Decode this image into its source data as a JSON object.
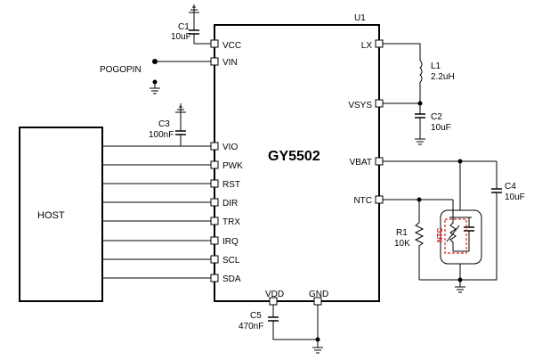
{
  "chip": {
    "ref": "U1",
    "name": "GY5502",
    "pins_left": [
      "VCC",
      "VIN",
      "VIO",
      "PWK",
      "RST",
      "DIR",
      "TRX",
      "IRQ",
      "SCL",
      "SDA"
    ],
    "pins_right": [
      "LX",
      "VSYS",
      "VBAT",
      "NTC"
    ],
    "pins_bottom": [
      "VDD",
      "GND"
    ]
  },
  "host": {
    "label": "HOST"
  },
  "pogopin": {
    "label": "POGOPIN"
  },
  "components": {
    "c1": {
      "ref": "C1",
      "value": "10uF"
    },
    "c2": {
      "ref": "C2",
      "value": "10uF"
    },
    "c3": {
      "ref": "C3",
      "value": "100nF"
    },
    "c4": {
      "ref": "C4",
      "value": "10uF"
    },
    "c5": {
      "ref": "C5",
      "value": "470nF"
    },
    "l1": {
      "ref": "L1",
      "value": "2.2uH"
    },
    "r1": {
      "ref": "R1",
      "value": "10K"
    },
    "ntc": {
      "label": "NTC"
    }
  },
  "colors": {
    "line": "#000000",
    "ntc_highlight": "#e02020"
  }
}
